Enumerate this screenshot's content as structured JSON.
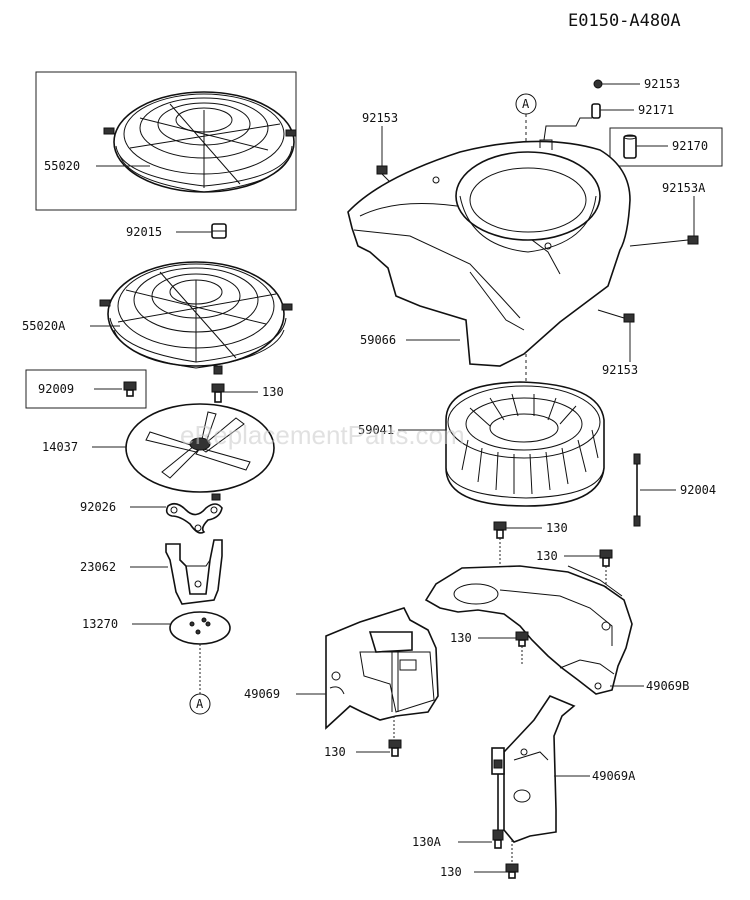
{
  "diagram": {
    "code": "E0150-A480A",
    "watermark": "eReplacementParts.com",
    "ref_marker": "A",
    "labels": {
      "p55020": "55020",
      "p92015": "92015",
      "p55020A": "55020A",
      "p92009": "92009",
      "p130_top": "130",
      "p14037": "14037",
      "p92026": "92026",
      "p23062": "23062",
      "p13270": "13270",
      "p92153_top": "92153",
      "p92171": "92171",
      "p92170": "92170",
      "p92153_left": "92153",
      "p92153A": "92153A",
      "p59066": "59066",
      "p92153_mid": "92153",
      "p59041": "59041",
      "p92004": "92004",
      "p130_a": "130",
      "p130_b": "130",
      "p130_c": "130",
      "p49069": "49069",
      "p49069B": "49069B",
      "p130_d": "130",
      "p49069A": "49069A",
      "p130A": "130A",
      "p130_e": "130"
    }
  }
}
